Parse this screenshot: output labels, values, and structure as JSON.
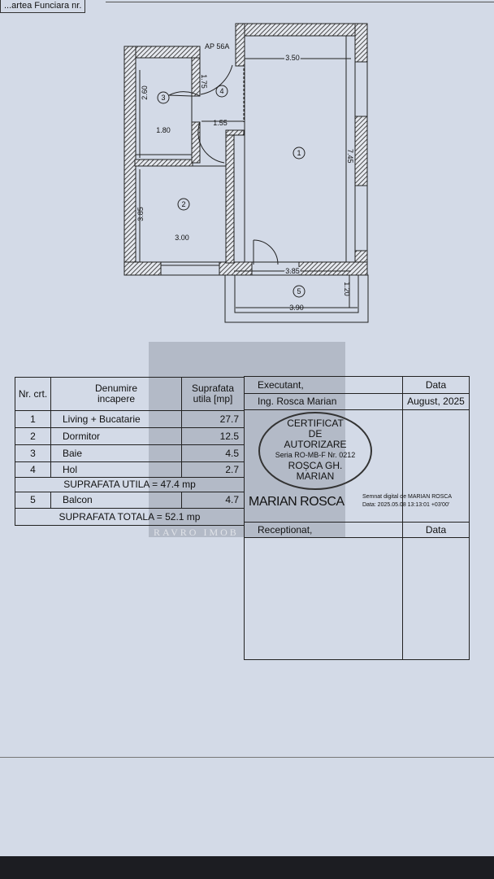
{
  "header_fragment": "...artea Funciara nr.",
  "plan": {
    "apartment": "AP 56A",
    "rooms": [
      "1",
      "2",
      "3",
      "4",
      "5"
    ],
    "dimensions": {
      "d1": "3.50",
      "d2": "7.45",
      "d3": "3.85",
      "d4": "3.00",
      "d5": "3.85",
      "d6": "2.60",
      "d7": "1.80",
      "d8": "1.75",
      "d9": "1.55",
      "d10": "1.20",
      "d11": "3.90"
    }
  },
  "table": {
    "headers": {
      "nr": "Nr. crt.",
      "name": "Denumire incapere",
      "area": "Suprafata utila [mp]"
    },
    "rows": [
      {
        "nr": "1",
        "name": "Living + Bucatarie",
        "area": "27.7"
      },
      {
        "nr": "2",
        "name": "Dormitor",
        "area": "12.5"
      },
      {
        "nr": "3",
        "name": "Baie",
        "area": "4.5"
      },
      {
        "nr": "4",
        "name": "Hol",
        "area": "2.7"
      }
    ],
    "useful_total": "SUPRAFATA UTILA = 47.4 mp",
    "balcony": {
      "nr": "5",
      "name": "Balcon",
      "area": "4.7"
    },
    "grand_total": "SUPRAFATA TOTALA = 52.1 mp"
  },
  "signature": {
    "executant_label": "Executant,",
    "executant_name": "Ing. Rosca Marian",
    "date_label": "Data",
    "date_value": "August, 2025",
    "stamp": {
      "l1": "CERTIFICAT",
      "l2": "DE",
      "l3": "AUTORIZARE",
      "l4": "Seria RO-MB-F Nr. 0212",
      "l5": "ROȘCA GH.",
      "l6": "MARIAN"
    },
    "digital_name": "MARIAN ROSCA",
    "digital_line1": "Semnat digital de MARIAN ROSCA",
    "digital_line2": "Data: 2025.05.08 13:13:01 +03'00'",
    "receptionat_label": "Receptionat,",
    "date_label2": "Data"
  },
  "watermark": "RAVRO IMOB"
}
